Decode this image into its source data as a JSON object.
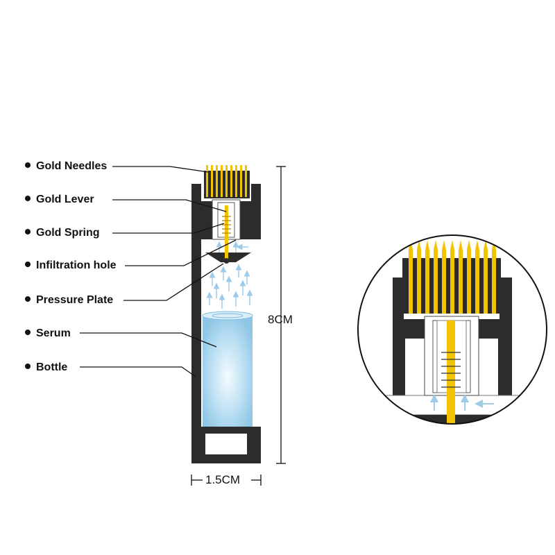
{
  "labels": [
    {
      "key": "gold-needles",
      "text": "Gold Needles"
    },
    {
      "key": "gold-lever",
      "text": "Gold Lever"
    },
    {
      "key": "gold-spring",
      "text": "Gold Spring"
    },
    {
      "key": "infiltration-hole",
      "text": "Infiltration hole"
    },
    {
      "key": "pressure-plate",
      "text": "Pressure Plate"
    },
    {
      "key": "serum",
      "text": "Serum"
    },
    {
      "key": "bottle",
      "text": "Bottle"
    }
  ],
  "dimensions": {
    "height": "8CM",
    "width": "1.5CM"
  },
  "colors": {
    "gold": "#f2c400",
    "body": "#2c2c2c",
    "serum": "#a9d6ee",
    "arrow": "#9ecbea",
    "outline": "#111111"
  }
}
